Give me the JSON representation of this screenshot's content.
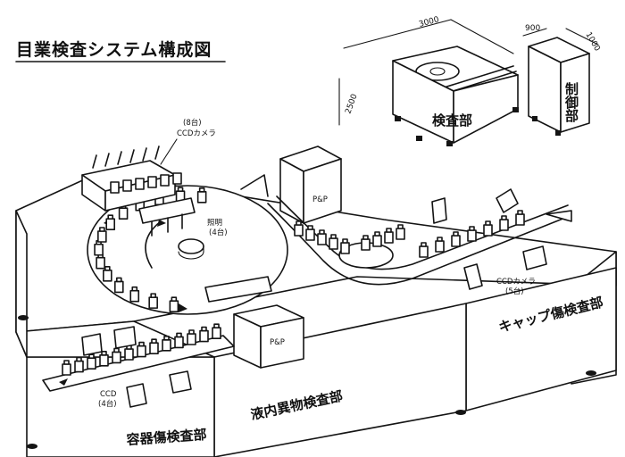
{
  "diagram": {
    "title": "目業検査システム構成図",
    "dimensions": {
      "width": "3000",
      "depth": "2500",
      "panel_width": "900",
      "panel_depth": "1000"
    },
    "units": {
      "inspection_unit": "検査部",
      "control_unit": "制御部"
    },
    "labels": {
      "ccd_camera_top_count": "(8台)",
      "ccd_camera_top": "CCDカメラ",
      "lighting": "照明",
      "lighting_count": "(4台)",
      "pnp_upper": "P&P",
      "pnp_lower": "P&P",
      "ccd_camera_right": "CCDカメラ",
      "ccd_camera_right_count": "(5台)",
      "ccd_camera_left": "CCD",
      "ccd_camera_left_count": "(4台)"
    },
    "sections": {
      "cap_inspection": "キャップ傷検査部",
      "liquid_inspection": "液内異物検査部",
      "container_inspection": "容器傷検査部"
    }
  }
}
